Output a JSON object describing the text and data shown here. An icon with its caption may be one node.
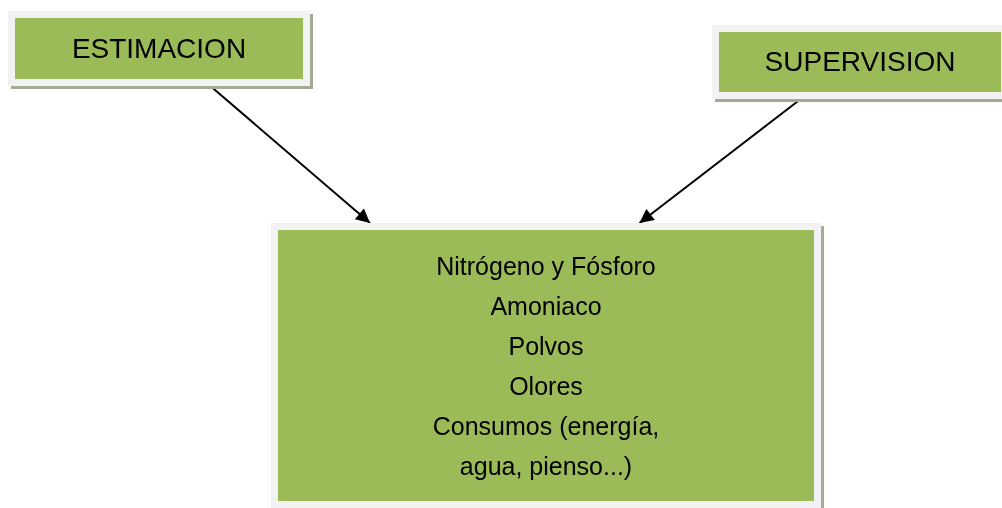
{
  "diagram": {
    "nodes": [
      {
        "text": [
          "ESTIMACION"
        ]
      },
      {
        "text": [
          "SUPERVISION"
        ]
      },
      {
        "text": [
          "Nitrógeno y Fósforo",
          "Amoniaco",
          "Polvos",
          "Olores",
          "Consumos (energía, agua, pienso...)"
        ]
      }
    ],
    "edges": [
      {
        "from": 0,
        "to": 2,
        "arrow": "to"
      },
      {
        "from": 1,
        "to": 2,
        "arrow": "to"
      }
    ]
  }
}
